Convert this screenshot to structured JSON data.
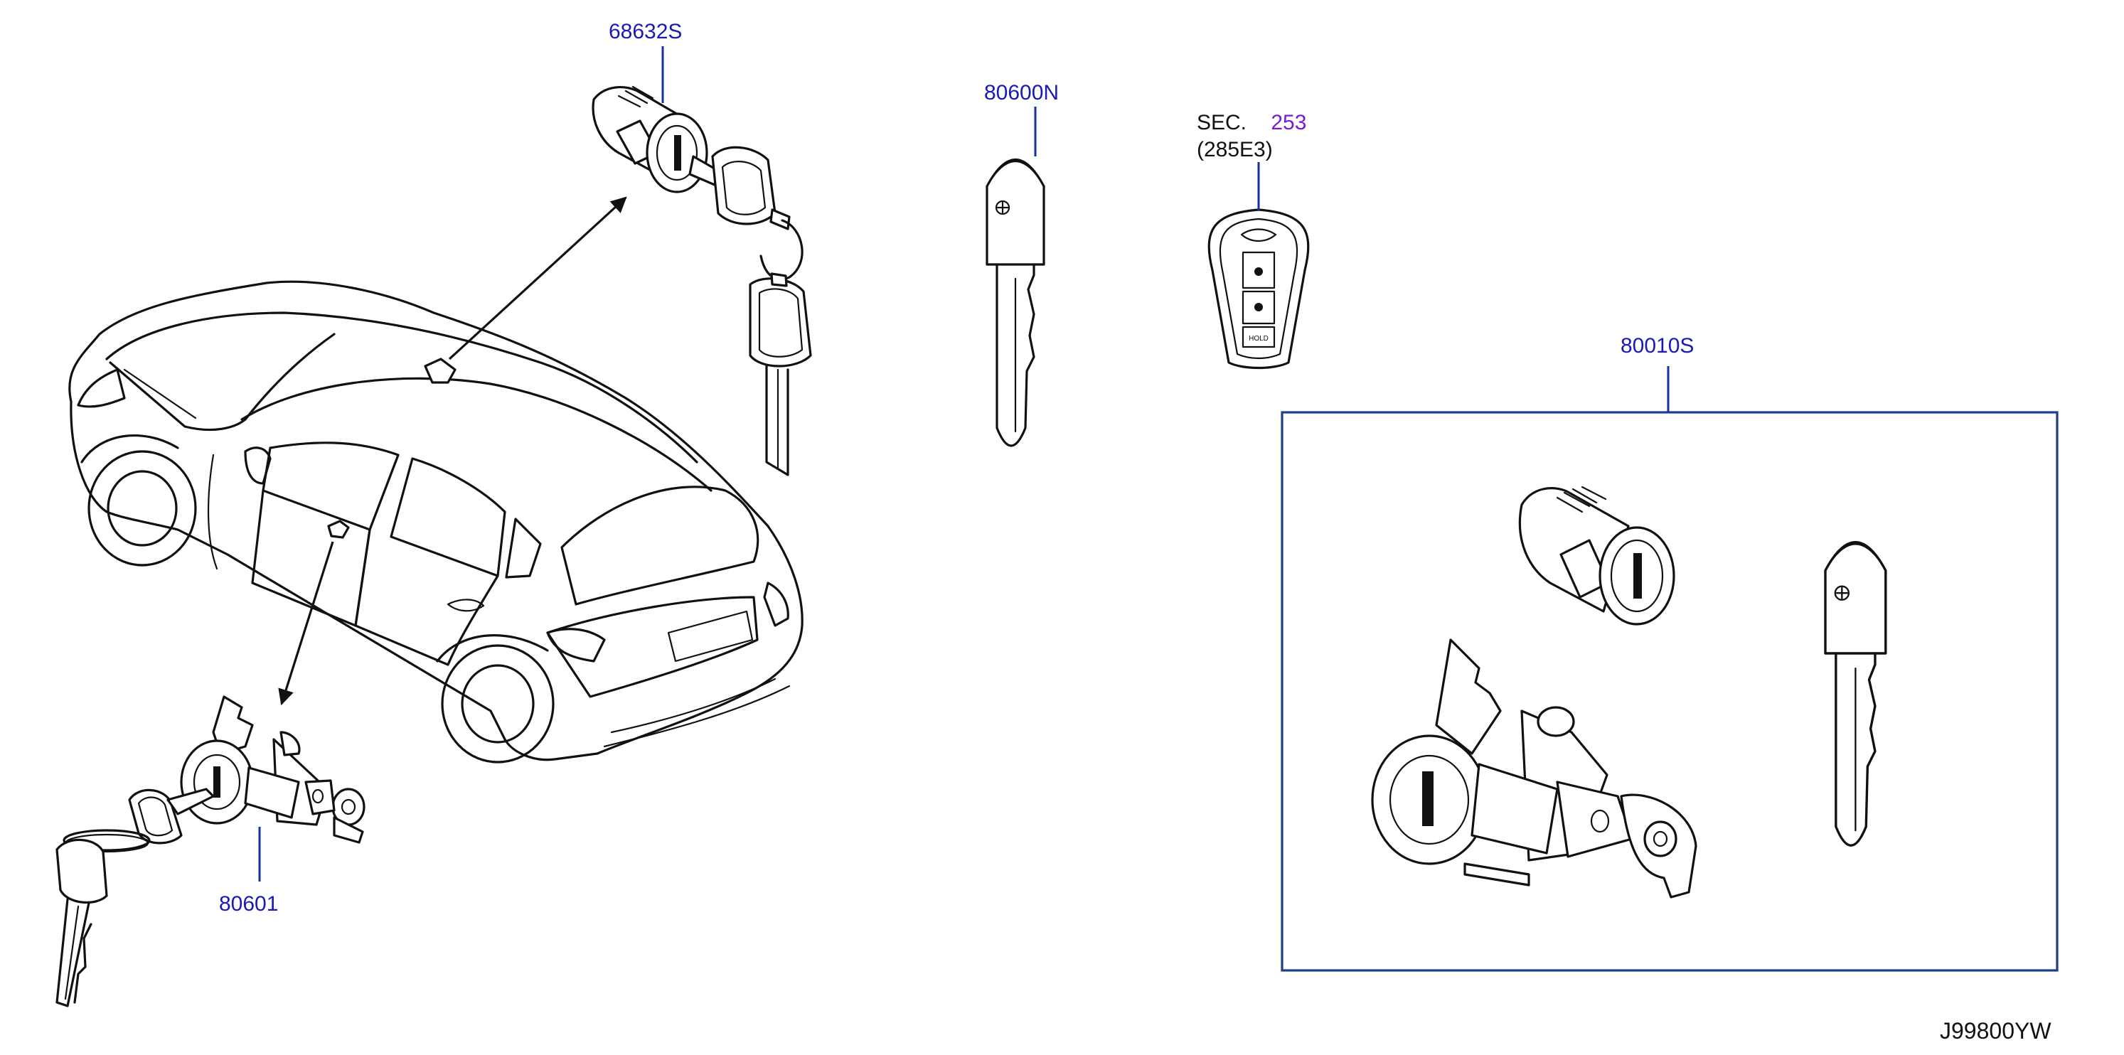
{
  "callouts": {
    "trunk_cylinder": "68632S",
    "mechanical_key": "80600N",
    "section_prefix": "SEC.",
    "section_number": "253",
    "section_sub": "(285E3)",
    "lock_set": "80010S",
    "door_cylinder": "80601"
  },
  "fob_button_text": "HOLD",
  "diagram_code": "J99800YW",
  "colors": {
    "part_number": "#1a1ab8",
    "section_reference": "#7a1ad0",
    "leader_line": "#1a2fa0",
    "frame": "#1a3f8f",
    "ink": "#111111"
  }
}
